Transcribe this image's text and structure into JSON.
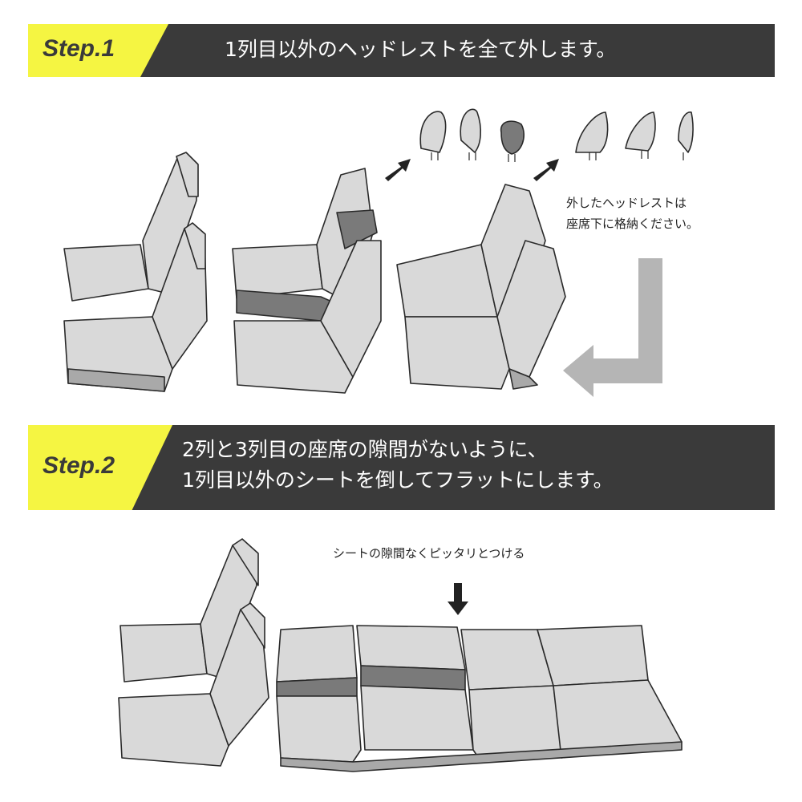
{
  "step1": {
    "label": "Step.1",
    "instruction": "1列目以外のヘッドレストを全て外します。",
    "note_line1": "外したヘッドレストは",
    "note_line2": "座席下に格納ください。"
  },
  "step2": {
    "label": "Step.2",
    "instruction_line1": "2列と3列目の座席の隙間がないように、",
    "instruction_line2": "1列目以外のシートを倒してフラットにします。",
    "note": "シートの隙間なくピッタリとつける"
  },
  "colors": {
    "accent": "#f5f542",
    "banner": "#3a3a3a",
    "seat": "#d9d9d9",
    "seat_dark": "#7a7a7a",
    "arrow_gray": "#b5b5b5"
  }
}
